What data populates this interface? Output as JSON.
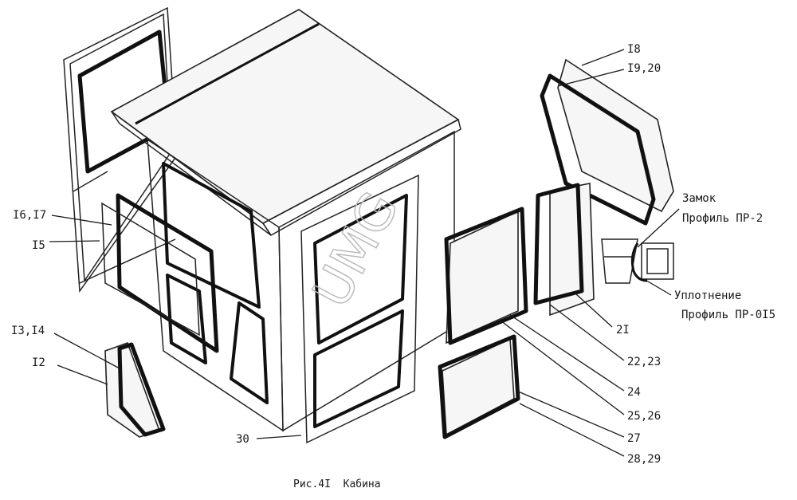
{
  "figure": {
    "caption": "Рис.4I  Кабина",
    "watermark": "UMG"
  },
  "labels": {
    "l18": "I8",
    "l19_20": "I9,20",
    "lock": "Замок",
    "profile_pr2": "Профиль ПР-2",
    "seal": "Уплотнение",
    "profile_pr015": "Профиль ПР-0I5",
    "l21": "2I",
    "l22_23": "22,23",
    "l24": "24",
    "l25_26": "25,26",
    "l27": "27",
    "l28_29": "28,29",
    "l30": "30",
    "l16_17": "I6,I7",
    "l15": "I5",
    "l13_14": "I3,I4",
    "l12": "I2"
  }
}
